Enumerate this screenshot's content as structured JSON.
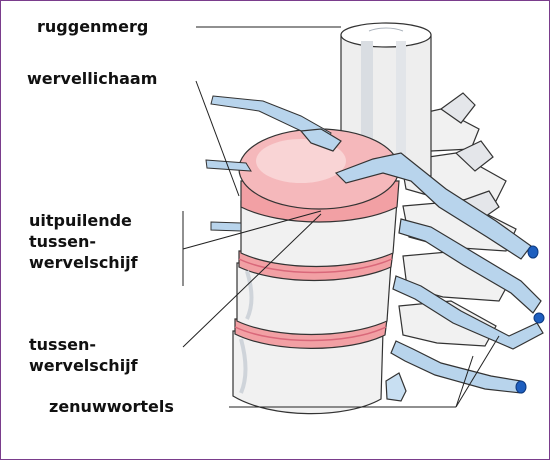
{
  "labels": {
    "spinal_cord": "ruggenmerg",
    "vertebral_body": "wervellichaam",
    "bulging_disc_line1": "uitpuilende",
    "bulging_disc_line2": "tussen-",
    "bulging_disc_line3": "wervelschijf",
    "disc_line1": "tussen-",
    "disc_line2": "wervelschijf",
    "nerve_roots": "zenuwwortels"
  },
  "colors": {
    "frame": "#7a3d8c",
    "bone": "#f1f1f1",
    "bone_shade": "#d9dde2",
    "disc": "#f2a0a4",
    "disc_ring": "#d9687a",
    "nerve": "#b8d4ec",
    "nerve_dark": "#7ea7cf",
    "nerve_tip": "#1e5fbf",
    "outline": "#333333"
  }
}
